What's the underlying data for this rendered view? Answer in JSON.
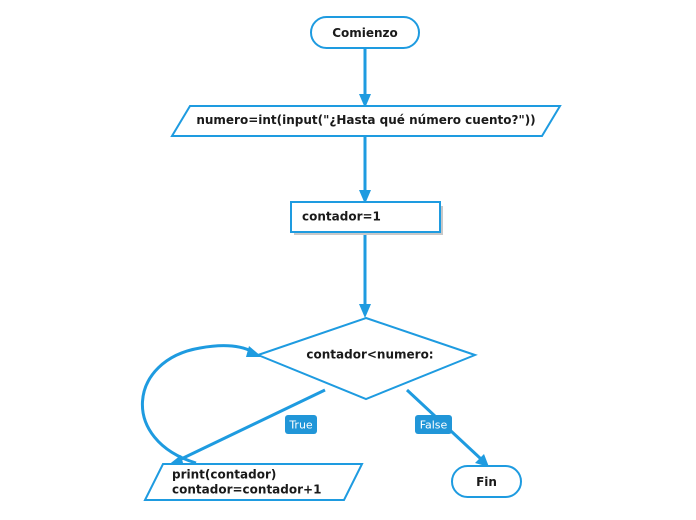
{
  "diagram": {
    "title": "Flowchart - contador loop",
    "background_color": "#ffffff",
    "accent_color": "#1E9BE0",
    "badge_color": "#2196D8",
    "text_color": "#1A1A1A",
    "nodes": {
      "start": {
        "label": "Comienzo",
        "shape": "terminator"
      },
      "input": {
        "label": "numero=int(input(\"¿Hasta qué número cuento?\"))",
        "shape": "parallelogram"
      },
      "init": {
        "label": "contador=1",
        "shape": "process"
      },
      "decision": {
        "label": "contador<numero:",
        "shape": "diamond"
      },
      "output": {
        "label_line1": "print(contador)",
        "label_line2": "contador=contador+1",
        "shape": "parallelogram"
      },
      "end": {
        "label": "Fin",
        "shape": "terminator"
      }
    },
    "branch_labels": {
      "true": "True",
      "false": "False"
    }
  }
}
